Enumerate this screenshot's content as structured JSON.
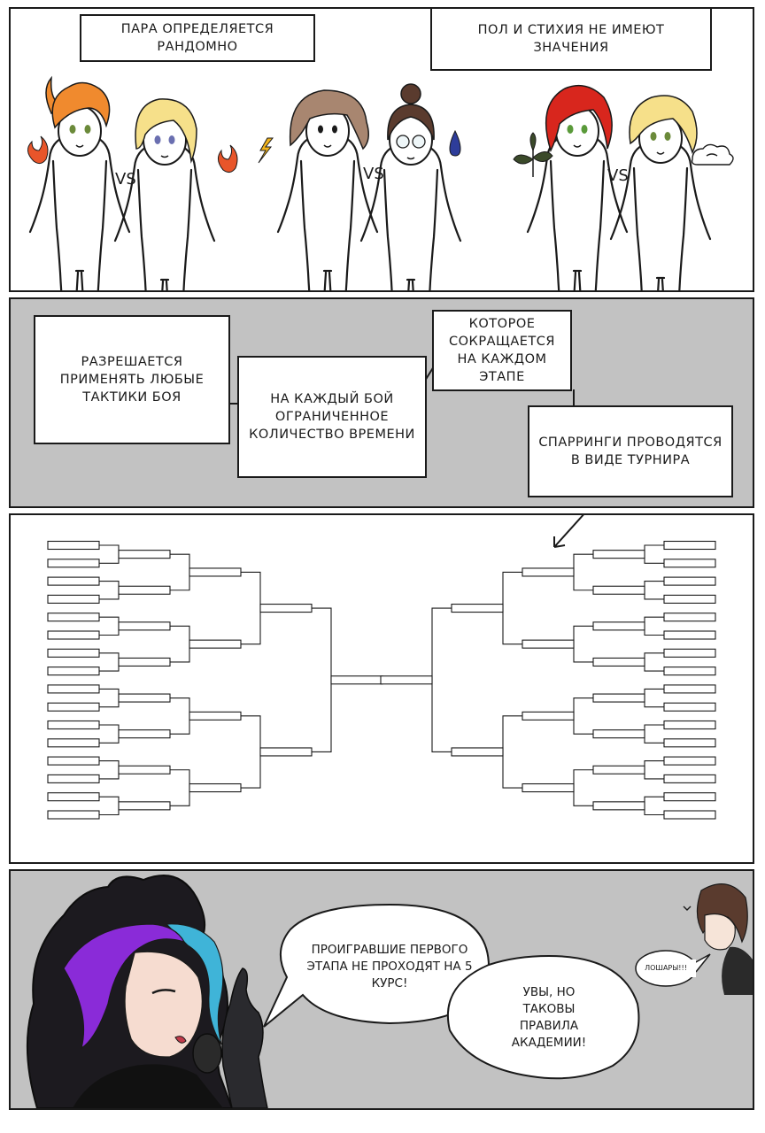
{
  "panel1": {
    "caption_left": "Пара определяется рандомно",
    "caption_right": "Пол и стихия не имеют значения",
    "versus": [
      "VS",
      "VS",
      "VS"
    ]
  },
  "panel2": {
    "caption_tactics": "Разрешается применять любые тактики боя",
    "caption_time": "На каждый бой ограниченное количество времени",
    "caption_reduced": "Которое сокращается на каждом этапе",
    "caption_tournament": "Спарринги проводятся в виде турнира"
  },
  "panel4": {
    "bubble_losers": "Проигравшие первого этапа не проходят на 5 курс!",
    "bubble_rules": "Увы, но таковы правила академии!",
    "bubble_small": "Лошары!!!"
  },
  "colors": {
    "border": "#1a1a1a",
    "panel_gray": "#c2c2c2",
    "hair_orange": "#f08a2e",
    "hair_blonde": "#f6e08a",
    "hair_brown": "#a88670",
    "hair_dark": "#5a3b2e",
    "hair_red": "#d8261d",
    "fire": "#e8552a",
    "lightning": "#f2b41d",
    "water": "#2e3d9a",
    "leaf": "#3b4a2a",
    "cyan_hair": "#3fb4d8",
    "purple_hair": "#8a2bd8"
  }
}
